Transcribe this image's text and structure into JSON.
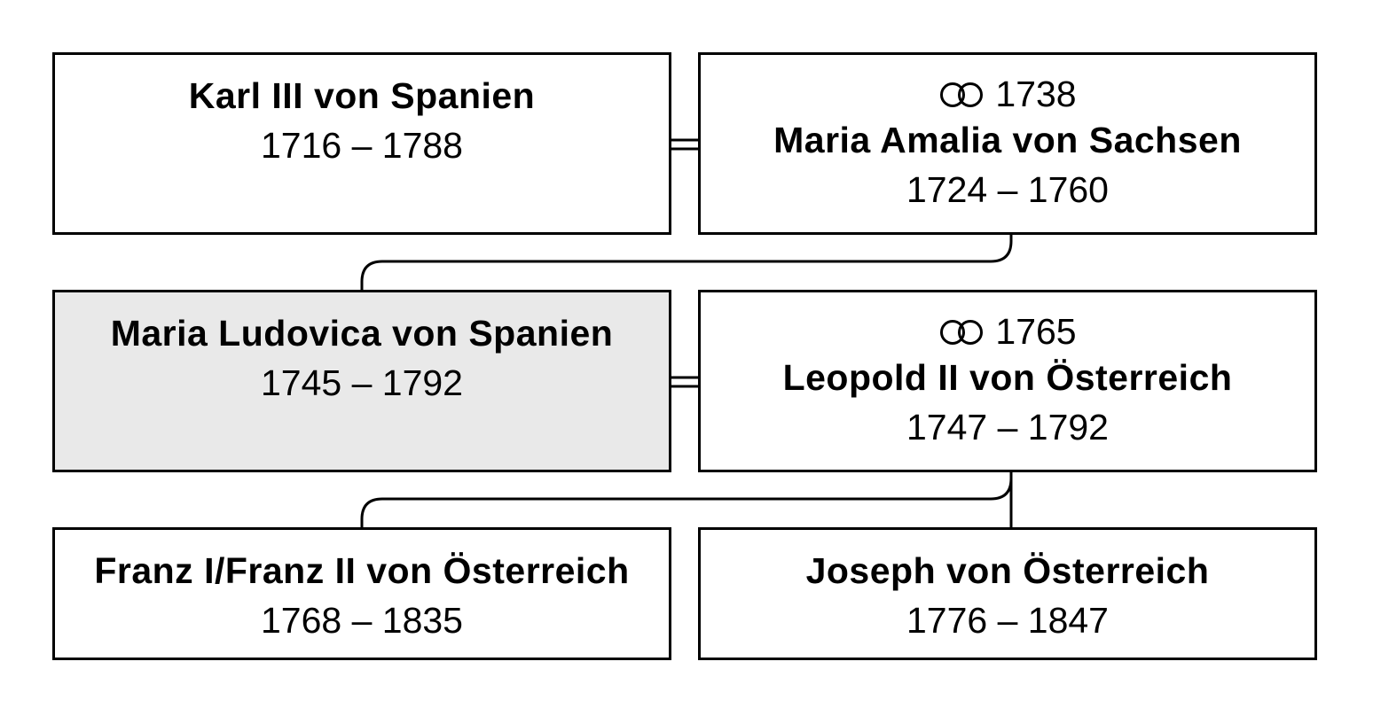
{
  "persons": {
    "karl": {
      "name": "Karl III von Spanien",
      "dates": "1716 – 1788"
    },
    "maria_amalia": {
      "name": "Maria Amalia von Sachsen",
      "dates": "1724 – 1760",
      "marriage_year": "1738"
    },
    "maria_ludovica": {
      "name": "Maria Ludovica von Spanien",
      "dates": "1745 – 1792"
    },
    "leopold": {
      "name": "Leopold II von Österreich",
      "dates": "1747 – 1792",
      "marriage_year": "1765"
    },
    "franz": {
      "name": "Franz I/Franz II von Österreich",
      "dates": "1768 – 1835"
    },
    "joseph": {
      "name": "Joseph von Österreich",
      "dates": "1776 – 1847"
    }
  },
  "icons": {
    "marriage": "wedding-rings-icon"
  },
  "colors": {
    "highlight": "#e9e9e9",
    "line": "#000000"
  }
}
